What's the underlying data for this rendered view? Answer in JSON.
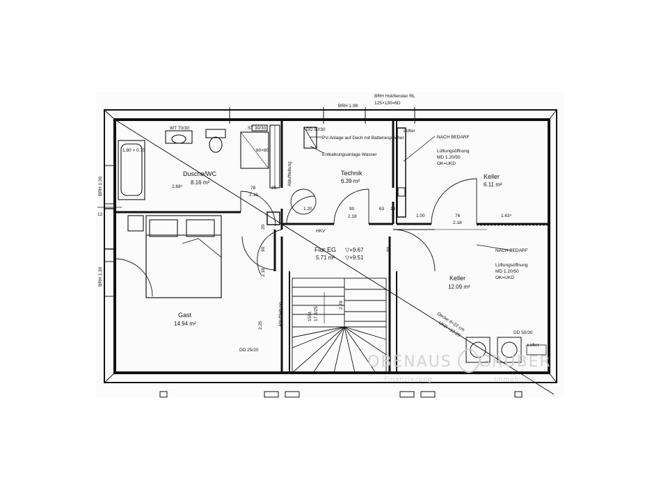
{
  "top_labels": {
    "brh": "BRH 1.98",
    "window_dims": "125×130=6D",
    "top_note": "BRH Holzfenster RL"
  },
  "rooms": {
    "dusche_wc": {
      "name": "Dusche/WC",
      "area": "8.16 m²",
      "height": "2.68³"
    },
    "technik": {
      "name": "Technik",
      "area": "6.39 m²"
    },
    "keller_top": {
      "name": "Keller",
      "area": "6.11 m²"
    },
    "keller_main": {
      "name": "Keller",
      "area": "12.09 m²"
    },
    "gast": {
      "name": "Gast",
      "area": "14.94 m²"
    },
    "flur": {
      "name": "Flur EG",
      "area": "5.71 m²",
      "level_a": "▽+9.67",
      "level_b": "▽+9.51"
    }
  },
  "notes": {
    "pv": "PV-Anlage auf Dach mit Batteriespeicher",
    "entk": "Entkalkungsanlage Wasser",
    "nach_bedarf_1": "NACH BEDARF",
    "lueftung_1": "Lüftungsöffnung",
    "lueftung_1_dims": "MD 1.20/50",
    "lueftung_1_ok": "OK=UKD",
    "nach_bedarf_2": "NACH BEDARF",
    "lueftung_2": "Lüftungsöffnung",
    "lueftung_2_dims": "MD 1.20/50",
    "lueftung_2_ok": "OK=UKD",
    "luefter_1": "Lüfter",
    "luefter_2": "Lüfter",
    "dd_1": "DD 50/30",
    "dd_2": "DD 50/30",
    "dd_3": "DD 25/20",
    "decke": "Decke d=22 cm",
    "ukd": "UKD +12.29",
    "abluft_1": "Abluftleitung",
    "abluft_2": "Abluftleitung",
    "hkv": "HKV",
    "stair_info": "15St.",
    "stair_dims": "17.9/25",
    "tub_dims": "1.80 × 0.75",
    "shower_dims": "80×80",
    "wc_mark": "WT 70/30",
    "towel_mark": "ST 30/30",
    "brh_side_1": "BRH 1.30",
    "brh_side_2": "BRH 1.30"
  },
  "dims": {
    "d78_a": "78",
    "d218_a": "2.18",
    "d25": "25",
    "d120": "1.20",
    "d90": "90",
    "d218_b": "2.18",
    "d63": "63",
    "d13": "13",
    "d100": "1.00",
    "d76": "76",
    "d218_c": "2.18",
    "d163": "1.63⁵",
    "d12": "12",
    "d90_side": "90",
    "d218_side": "2.18",
    "d20": "20",
    "d225": "2.25",
    "d278": "2.78",
    "d90_b": "90"
  },
  "watermark": {
    "brand_left": "OBENAUS",
    "brand_right": "GRUBER",
    "sub_left": "Finanzierung",
    "sub_right": "Immobilien"
  }
}
